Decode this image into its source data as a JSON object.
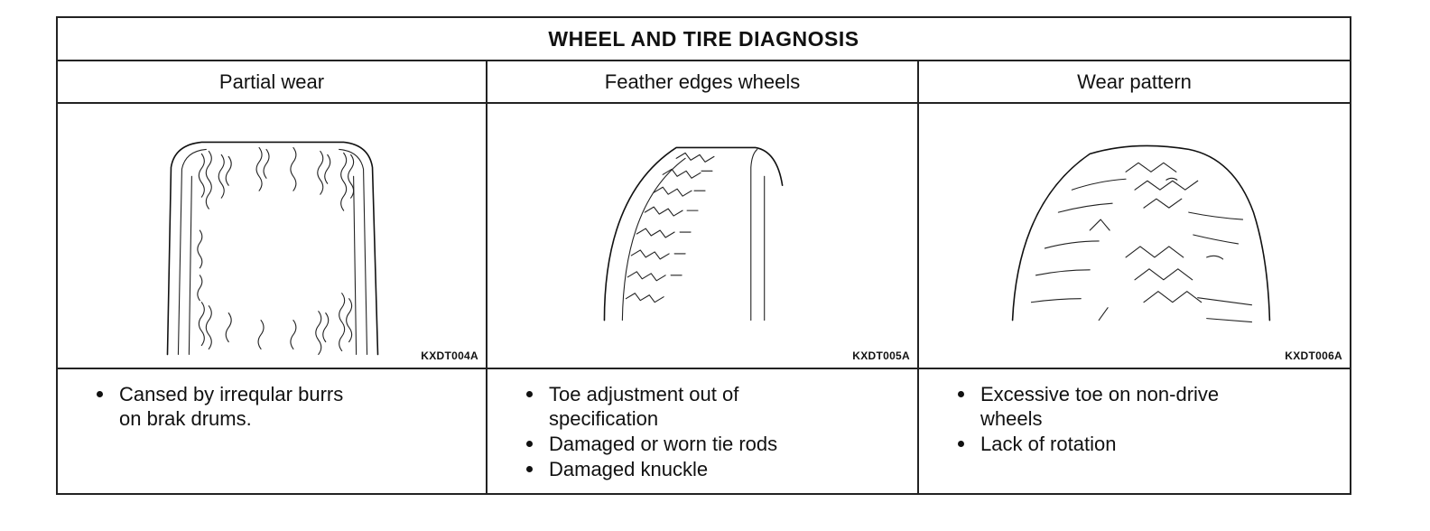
{
  "title": "WHEEL AND TIRE DIAGNOSIS",
  "columns": [
    {
      "heading": "Partial wear",
      "figure": {
        "icon": "tire-partial-wear-illustration",
        "code": "KXDT004A"
      },
      "bullets": [
        "Cansed by irreqular burrs\non brak drums."
      ]
    },
    {
      "heading": "Feather edges wheels",
      "figure": {
        "icon": "tire-feather-edge-illustration",
        "code": "KXDT005A"
      },
      "bullets": [
        "Toe adjustment out of\nspecification",
        "Damaged or worn tie rods",
        "Damaged knuckle"
      ]
    },
    {
      "heading": "Wear pattern",
      "figure": {
        "icon": "tire-wear-pattern-illustration",
        "code": "KXDT006A"
      },
      "bullets": [
        "Excessive toe on non-drive\nwheels",
        "Lack of rotation"
      ]
    }
  ]
}
